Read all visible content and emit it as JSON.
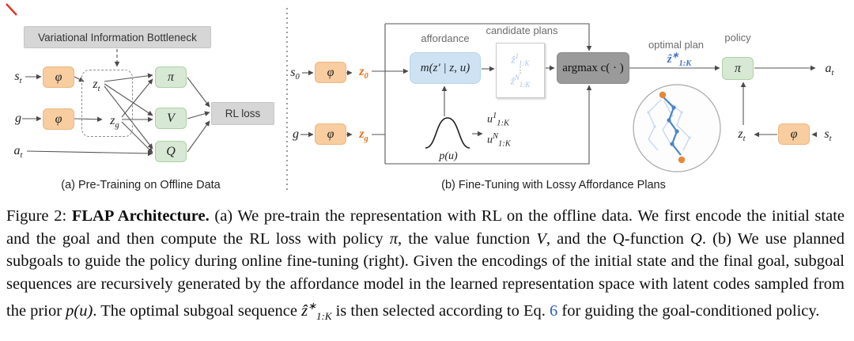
{
  "figure": {
    "panel_a": {
      "caption": "(a) Pre-Training on Offline Data",
      "vib_label": "Variational Information Bottleneck",
      "phi": "φ",
      "s_t": {
        "base": "s",
        "sub": "t"
      },
      "g": "g",
      "a_t": {
        "base": "a",
        "sub": "t"
      },
      "z_t": {
        "base": "z",
        "sub": "t"
      },
      "z_g": {
        "base": "z",
        "sub": "g"
      },
      "pi": "π",
      "value": "V",
      "q": "Q",
      "rl_loss": "RL loss"
    },
    "panel_b": {
      "caption": "(b) Fine-Tuning with Lossy Affordance Plans",
      "s_0": {
        "base": "s",
        "sub": "0"
      },
      "g": "g",
      "phi": "φ",
      "z_0": {
        "base": "z",
        "sub": "0"
      },
      "z_g": {
        "base": "z",
        "sub": "g"
      },
      "affordance_label": "affordance",
      "affordance_model": "m(z′ | z, u)",
      "candidate_plans_label": "candidate plans",
      "candidate_1": {
        "base": "ẑ",
        "sup": "1",
        "sub": "1:K"
      },
      "candidate_dots": "⋮",
      "candidate_n": {
        "base": "ẑ",
        "sup": "N",
        "sub": "1:K"
      },
      "argmax": "argmax c( · )",
      "optimal_plan_label": "optimal plan",
      "optimal_plan": {
        "base": "ẑ",
        "sup": "∗",
        "sub": "1:K"
      },
      "policy_label": "policy",
      "pi": "π",
      "a_t": {
        "base": "a",
        "sub": "t"
      },
      "z_t": {
        "base": "z",
        "sub": "t"
      },
      "s_t": {
        "base": "s",
        "sub": "t"
      },
      "prior_label": "p(u)",
      "u_1": {
        "base": "u",
        "sup": "1",
        "sub": "1:K"
      },
      "u_n": {
        "base": "u",
        "sup": "N",
        "sub": "1:K"
      }
    },
    "colors": {
      "encoder_orange": "#f8cda0",
      "head_green": "#d7e9d4",
      "model_blue": "#cfe2f3",
      "box_gray": "#d6d6d6",
      "argmax_gray": "#9a9a9a",
      "latent_orange_text": "#e0731d",
      "plan_blue_text": "#4472c4",
      "candidate_lightblue_text": "#a9c4e4",
      "link_blue": "#2b5fb4"
    }
  },
  "caption": {
    "segments": [
      {
        "t": "Figure 2: "
      },
      {
        "t": "FLAP Architecture."
      },
      {
        "t": " (a) We pre-train the representation with RL on the offline data. We first encode the initial state and the goal and then compute the RL loss with policy "
      },
      {
        "t": "π"
      },
      {
        "t": ", the value function "
      },
      {
        "t": "V"
      },
      {
        "t": ", and the Q-function "
      },
      {
        "t": "Q"
      },
      {
        "t": ". (b) We use planned subgoals to guide the policy during online fine-tuning (right). Given the encodings of the initial state and the final goal, subgoal sequences are recursively generated by the affordance model in the learned representation space with latent codes sampled from the prior "
      },
      {
        "t": "p(u)"
      },
      {
        "t": ". The optimal subgoal sequence "
      },
      {
        "t": "ẑ"
      },
      {
        "t": "∗"
      },
      {
        "t": "1:K"
      },
      {
        "t": " is then selected according to Eq. "
      },
      {
        "t": "6"
      },
      {
        "t": " for guiding the goal-conditioned policy."
      }
    ]
  }
}
